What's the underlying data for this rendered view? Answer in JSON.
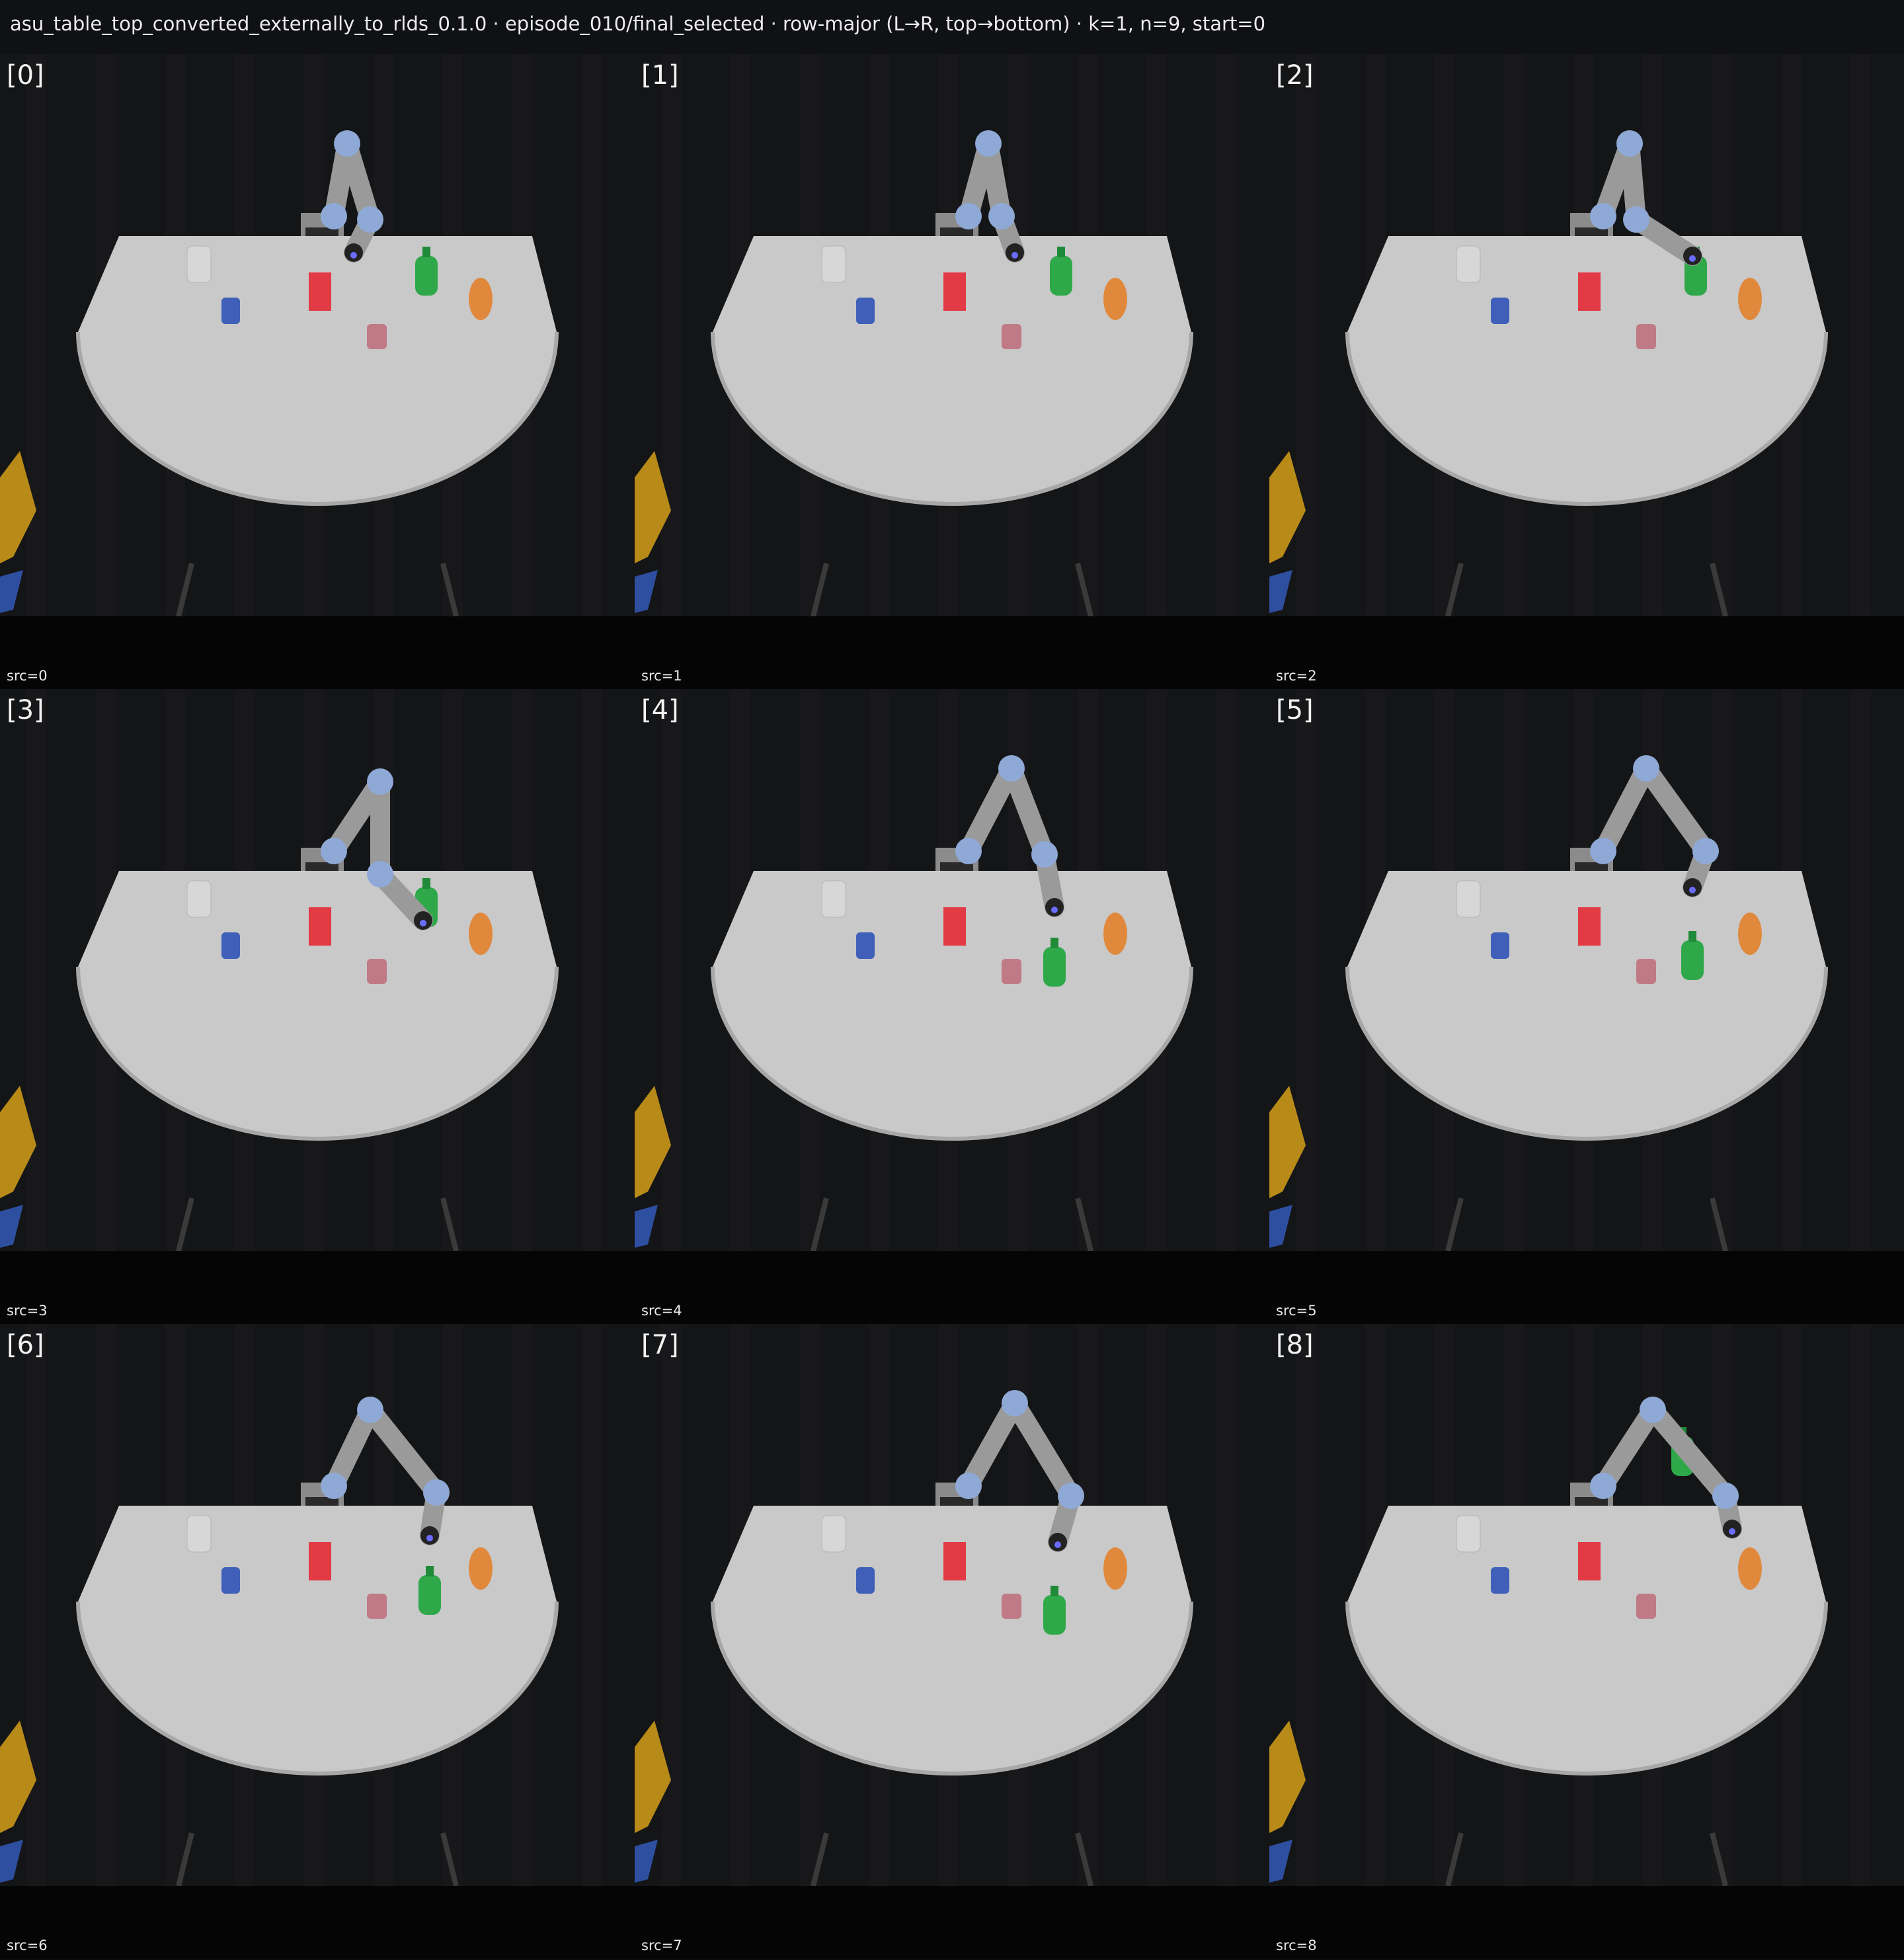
{
  "header": {
    "title": "asu_table_top_converted_externally_to_rlds_0.1.0 · episode_010/final_selected · row-major (L→R, top→bottom) · k=1, n=9, start=0"
  },
  "frames": [
    {
      "index_label": "[0]",
      "src_label": "src=0",
      "bottle_state": "on-table"
    },
    {
      "index_label": "[1]",
      "src_label": "src=1",
      "bottle_state": "on-table"
    },
    {
      "index_label": "[2]",
      "src_label": "src=2",
      "bottle_state": "on-table"
    },
    {
      "index_label": "[3]",
      "src_label": "src=3",
      "bottle_state": "grasped"
    },
    {
      "index_label": "[4]",
      "src_label": "src=4",
      "bottle_state": "lifted"
    },
    {
      "index_label": "[5]",
      "src_label": "src=5",
      "bottle_state": "lifted"
    },
    {
      "index_label": "[6]",
      "src_label": "src=6",
      "bottle_state": "lifted"
    },
    {
      "index_label": "[7]",
      "src_label": "src=7",
      "bottle_state": "lowering"
    },
    {
      "index_label": "[8]",
      "src_label": "src=8",
      "bottle_state": "released"
    }
  ],
  "colors": {
    "background": "#0b0c0e",
    "table": "#c9c9c9",
    "robot_arm": "#9a9a9a",
    "robot_joint": "#8fa9d6",
    "green_bottle": "#2fa84a",
    "red_block": "#e23b45",
    "blue_can": "#3f5fb8",
    "orange_toy": "#e0893d"
  }
}
